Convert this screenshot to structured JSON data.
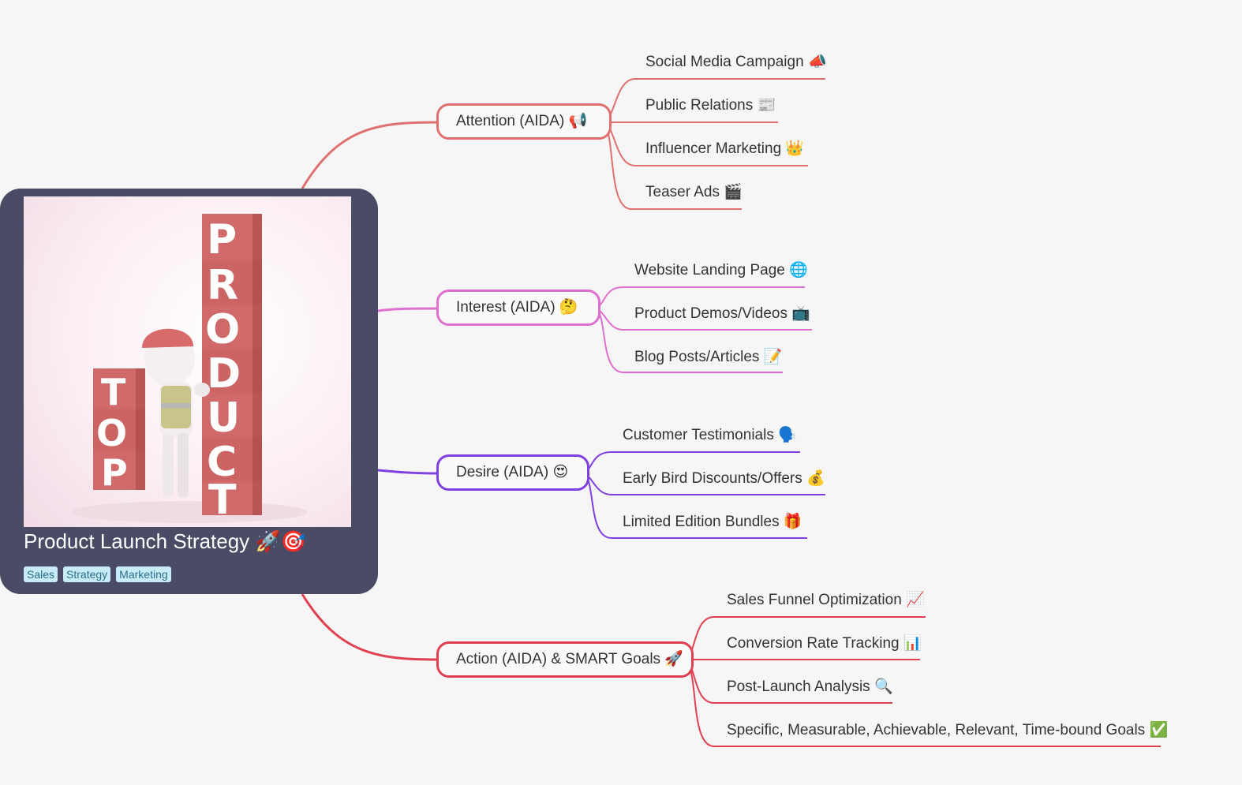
{
  "root": {
    "title": "Product Launch Strategy 🚀🎯",
    "tags": [
      "Sales",
      "Strategy",
      "Marketing"
    ]
  },
  "colors": {
    "root_bg": "#4a4c66",
    "attention": "#e07070",
    "interest": "#e070d0",
    "desire": "#8040e0",
    "action": "#e04050"
  },
  "branches": [
    {
      "label": "Attention (AIDA) 📢",
      "children": [
        "Social Media Campaign 📣",
        "Public Relations 📰",
        "Influencer Marketing 👑",
        "Teaser Ads 🎬"
      ]
    },
    {
      "label": "Interest (AIDA) 🤔",
      "children": [
        "Website Landing Page 🌐",
        "Product Demos/Videos 📺",
        "Blog Posts/Articles 📝"
      ]
    },
    {
      "label": "Desire (AIDA) 😍",
      "children": [
        "Customer Testimonials 🗣️",
        "Early Bird Discounts/Offers 💰",
        "Limited Edition Bundles 🎁"
      ]
    },
    {
      "label": "Action (AIDA) & SMART Goals 🚀",
      "children": [
        "Sales Funnel Optimization 📈",
        "Conversion Rate Tracking 📊",
        "Post-Launch Analysis 🔍",
        "Specific, Measurable, Achievable, Relevant, Time-bound Goals ✅"
      ]
    }
  ]
}
